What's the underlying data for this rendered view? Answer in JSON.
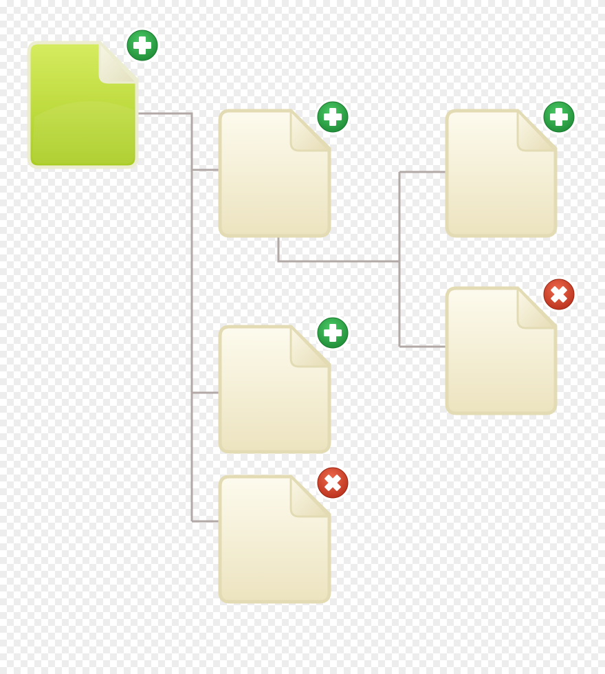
{
  "diagram": {
    "colors": {
      "connector": "#b2a9a6",
      "root_fill_light": "#cfe84f",
      "root_fill_dark": "#a9cc22",
      "root_border": "#ebecd0",
      "node_fill_light": "#fbf8e6",
      "node_fill_dark": "#ede5c3",
      "node_border": "#e3dbb4",
      "add_badge": "#2ea84a",
      "remove_badge": "#d5442b"
    },
    "nodes": [
      {
        "id": "root",
        "kind": "root-document",
        "badge": "add-icon"
      },
      {
        "id": "child-1",
        "kind": "document",
        "parent": "root",
        "badge": "add-icon"
      },
      {
        "id": "child-2",
        "kind": "document",
        "parent": "root",
        "badge": "add-icon"
      },
      {
        "id": "child-3",
        "kind": "document",
        "parent": "root",
        "badge": "remove-icon"
      },
      {
        "id": "grandchild-1",
        "kind": "document",
        "parent": "child-1",
        "badge": "add-icon"
      },
      {
        "id": "grandchild-2",
        "kind": "document",
        "parent": "child-1",
        "badge": "remove-icon"
      }
    ]
  }
}
